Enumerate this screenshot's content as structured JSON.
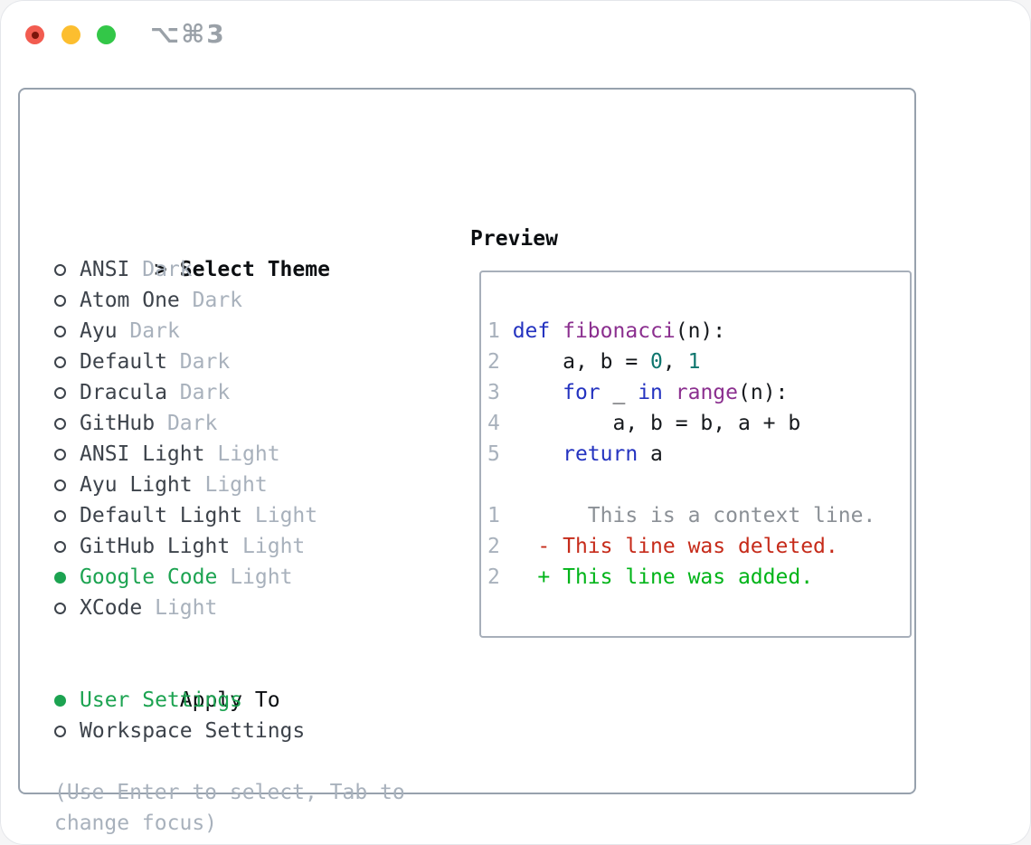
{
  "window": {
    "title": "⌥⌘3"
  },
  "titlebar": {
    "buttons": [
      {
        "name": "close"
      },
      {
        "name": "minimize"
      },
      {
        "name": "zoom"
      }
    ]
  },
  "colors": {
    "tl_red": "#f25c50",
    "tl_red_dot": "#7c150b",
    "tl_yellow": "#fcbe2f",
    "tl_green": "#33c748",
    "title_gray": "#9aa1a8",
    "panel_border": "#97a1ad",
    "box_border": "#a7afba",
    "text_primary": "#3d434b",
    "heading_black": "#0b0e11",
    "muted": "#a8b1bc",
    "line_number": "#a8b1bc",
    "green_accent": "#1ca351",
    "keyword_blue": "#2433c0",
    "function_purple": "#8b2f8f",
    "number_teal": "#0f766e",
    "code_plain": "#16191d",
    "context_gray": "#8b9096",
    "deleted_red": "#c62b1a",
    "added_green": "#00b418"
  },
  "theme_picker": {
    "heading_prefix": ">",
    "heading": "Select Theme",
    "items": [
      {
        "name": "ANSI",
        "variant": "Dark",
        "selected": false
      },
      {
        "name": "Atom One",
        "variant": "Dark",
        "selected": false
      },
      {
        "name": "Ayu",
        "variant": "Dark",
        "selected": false
      },
      {
        "name": "Default",
        "variant": "Dark",
        "selected": false
      },
      {
        "name": "Dracula",
        "variant": "Dark",
        "selected": false
      },
      {
        "name": "GitHub",
        "variant": "Dark",
        "selected": false
      },
      {
        "name": "ANSI Light",
        "variant": "Light",
        "selected": false
      },
      {
        "name": "Ayu Light",
        "variant": "Light",
        "selected": false
      },
      {
        "name": "Default Light",
        "variant": "Light",
        "selected": false
      },
      {
        "name": "GitHub Light",
        "variant": "Light",
        "selected": false
      },
      {
        "name": "Google Code",
        "variant": "Light",
        "selected": true
      },
      {
        "name": "XCode",
        "variant": "Light",
        "selected": false
      }
    ],
    "apply_to": {
      "heading": "Apply To",
      "options": [
        {
          "name": "User Settings",
          "selected": true
        },
        {
          "name": "Workspace Settings",
          "selected": false
        }
      ]
    },
    "hint_lines": [
      "(Use Enter to select, Tab to",
      "change focus)"
    ]
  },
  "preview": {
    "heading": "Preview",
    "code_lines": [
      {
        "number": "1",
        "segments": [
          {
            "t": "def",
            "c": "k"
          },
          {
            "t": " ",
            "c": "p"
          },
          {
            "t": "fibonacci",
            "c": "f"
          },
          {
            "t": "(n):",
            "c": "p"
          }
        ]
      },
      {
        "number": "2",
        "segments": [
          {
            "t": "    a, b = ",
            "c": "p"
          },
          {
            "t": "0",
            "c": "n"
          },
          {
            "t": ", ",
            "c": "p"
          },
          {
            "t": "1",
            "c": "n"
          }
        ]
      },
      {
        "number": "3",
        "segments": [
          {
            "t": "    ",
            "c": "p"
          },
          {
            "t": "for",
            "c": "k"
          },
          {
            "t": " _ ",
            "c": "p"
          },
          {
            "t": "in",
            "c": "k"
          },
          {
            "t": " ",
            "c": "p"
          },
          {
            "t": "range",
            "c": "f"
          },
          {
            "t": "(n):",
            "c": "p"
          }
        ]
      },
      {
        "number": "4",
        "segments": [
          {
            "t": "        a, b = b, a + b",
            "c": "p"
          }
        ]
      },
      {
        "number": "5",
        "segments": [
          {
            "t": "    ",
            "c": "p"
          },
          {
            "t": "return",
            "c": "k"
          },
          {
            "t": " a",
            "c": "p"
          }
        ]
      }
    ],
    "diff_lines": [
      {
        "number": "1",
        "kind": "context",
        "marker": "",
        "text": "This is a context line."
      },
      {
        "number": "2",
        "kind": "deleted",
        "marker": "-",
        "text": "This line was deleted."
      },
      {
        "number": "2",
        "kind": "added",
        "marker": "+",
        "text": "This line was added."
      }
    ]
  }
}
